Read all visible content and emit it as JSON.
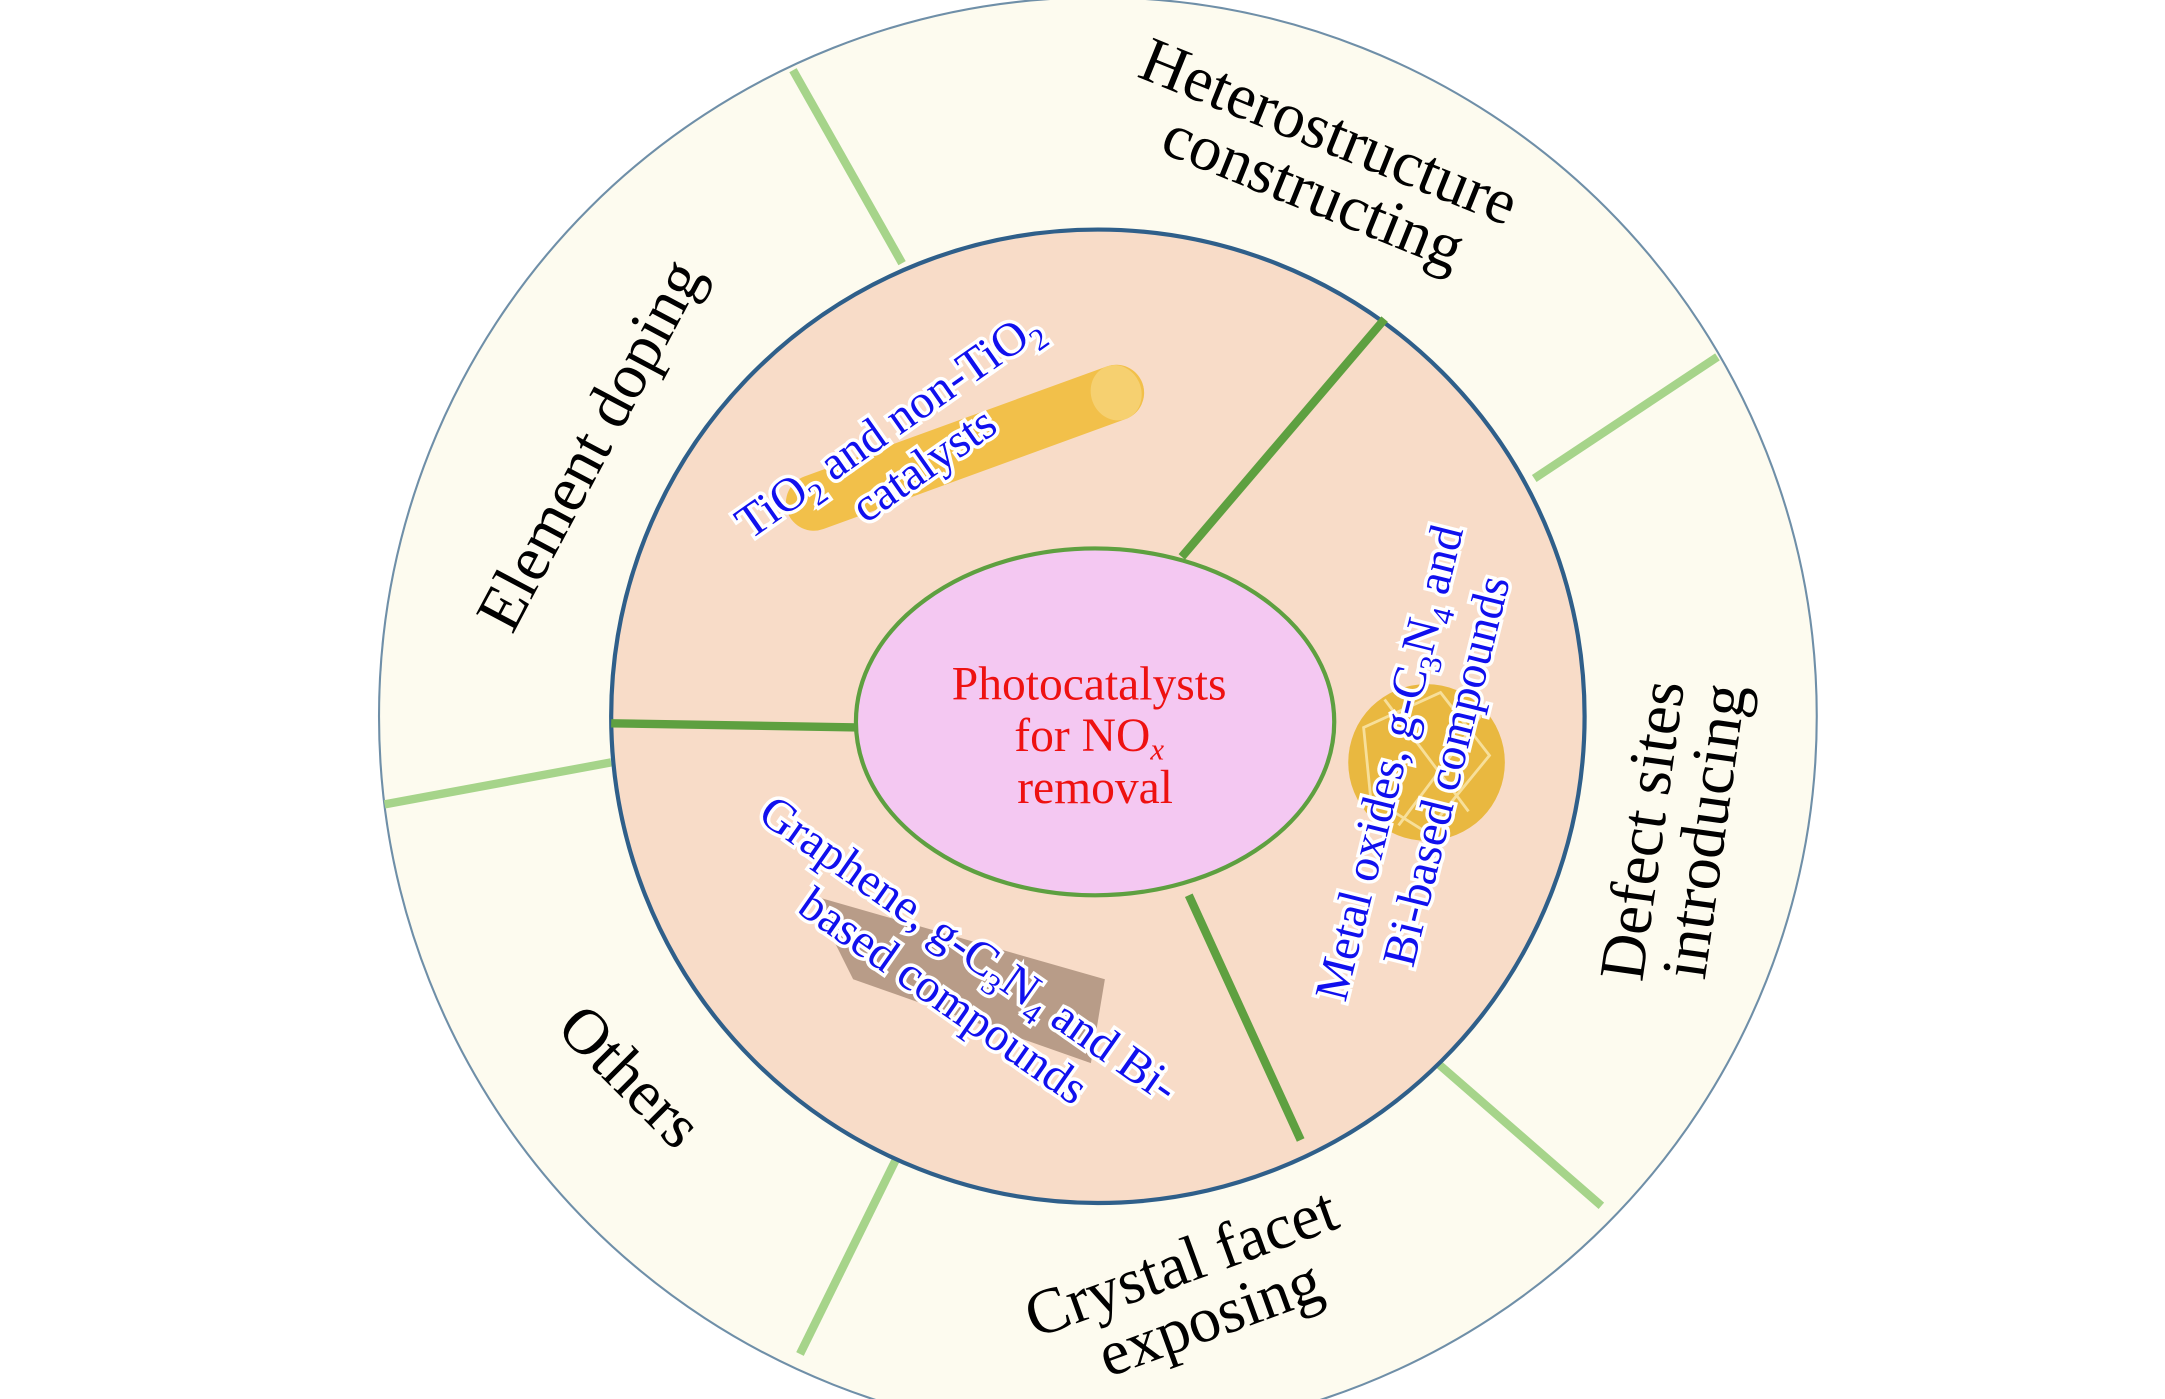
{
  "title": "Photocatalysts for NOx removal",
  "center": {
    "line1": "Photocatalysts",
    "line2_main": "for NO",
    "line2_sub": "x",
    "line3": "removal"
  },
  "inner_categories": {
    "tio2": {
      "p1": "TiO",
      "s1": "2",
      "p2": " and non-TiO",
      "s2": "2",
      "line2": "catalysts"
    },
    "metal_oxides": {
      "p1": "Metal oxides, g-C",
      "s1": "3",
      "p2": "N",
      "s2": "4",
      "p3": " and",
      "line2": "Bi-based compounds"
    },
    "graphene": {
      "p1": "Graphene, g-C",
      "s1": "3",
      "p2": "N",
      "s2": "4",
      "p3": " and Bi-",
      "line2": "based compounds"
    }
  },
  "outer_strategies": {
    "heterostructure": {
      "line1": "Heterostructure",
      "line2": "constructing"
    },
    "element_doping": {
      "line1": "Element doping"
    },
    "defect_sites": {
      "line1": "Defect sites",
      "line2": "introducing"
    },
    "crystal_facet": {
      "line1": "Crystal facet",
      "line2": "exposing"
    },
    "others": {
      "line1": "Others"
    }
  },
  "colors": {
    "outer_ring": "#fdfbef",
    "inner_ring": "#f8dcc8",
    "center": "#f4c8f2",
    "outer_divider": "#a6d48a",
    "inner_divider": "#5ea040",
    "circle_stroke": "#2f5f8a"
  }
}
